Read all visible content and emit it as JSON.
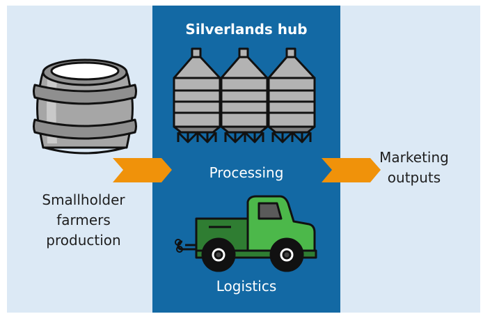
{
  "hub": {
    "title": "Silverlands hub"
  },
  "stages": {
    "processing": "Processing",
    "logistics": "Logistics"
  },
  "input": {
    "line1": "Smallholder",
    "line2": "farmers",
    "line3": "production"
  },
  "output": {
    "line1": "Marketing",
    "line2": "outputs"
  },
  "icons": [
    "barrel-icon",
    "silos-icon",
    "truck-icon",
    "arrow-right-icon"
  ],
  "colors": {
    "panel_bg": "#dce9f5",
    "hub_bg": "#1369a4",
    "arrow": "#f0920a",
    "barrel": "#a6a6a6",
    "silo": "#b3b3b3",
    "truck_green": "#4cb84a",
    "truck_dark_green": "#2f7d32"
  }
}
